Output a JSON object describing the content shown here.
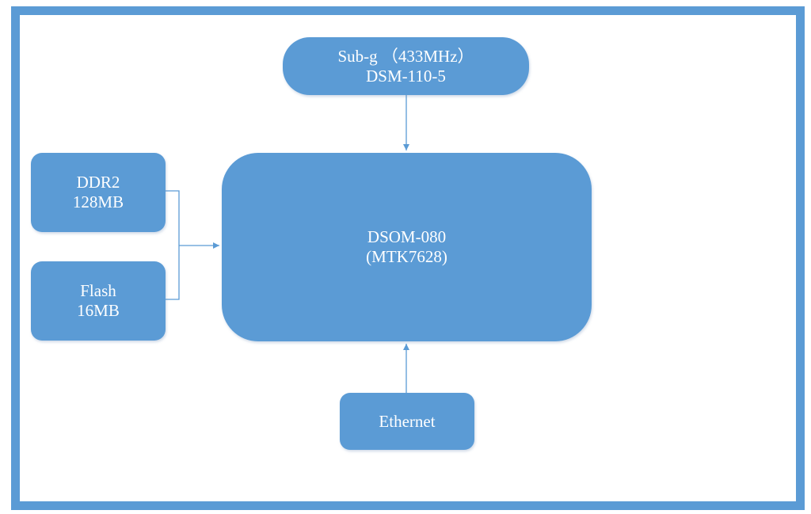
{
  "colors": {
    "frame": "#5b9bd5",
    "node_fill": "#5b9bd5",
    "node_text": "#ffffff",
    "connector": "#5b9bd5",
    "background": "#ffffff"
  },
  "nodes": {
    "subg": {
      "line1": "Sub-g （433MHz）",
      "line2": "DSM-110-5"
    },
    "dsom": {
      "line1": "DSOM-080",
      "line2": "(MTK7628)"
    },
    "ddr2": {
      "line1": "DDR2",
      "line2": "128MB"
    },
    "flash": {
      "line1": "Flash",
      "line2": "16MB"
    },
    "ethernet": {
      "line1": "Ethernet"
    }
  },
  "edges": [
    {
      "from": "subg",
      "to": "dsom"
    },
    {
      "from": "ddr2",
      "to": "dsom"
    },
    {
      "from": "flash",
      "to": "dsom"
    },
    {
      "from": "ethernet",
      "to": "dsom"
    }
  ]
}
